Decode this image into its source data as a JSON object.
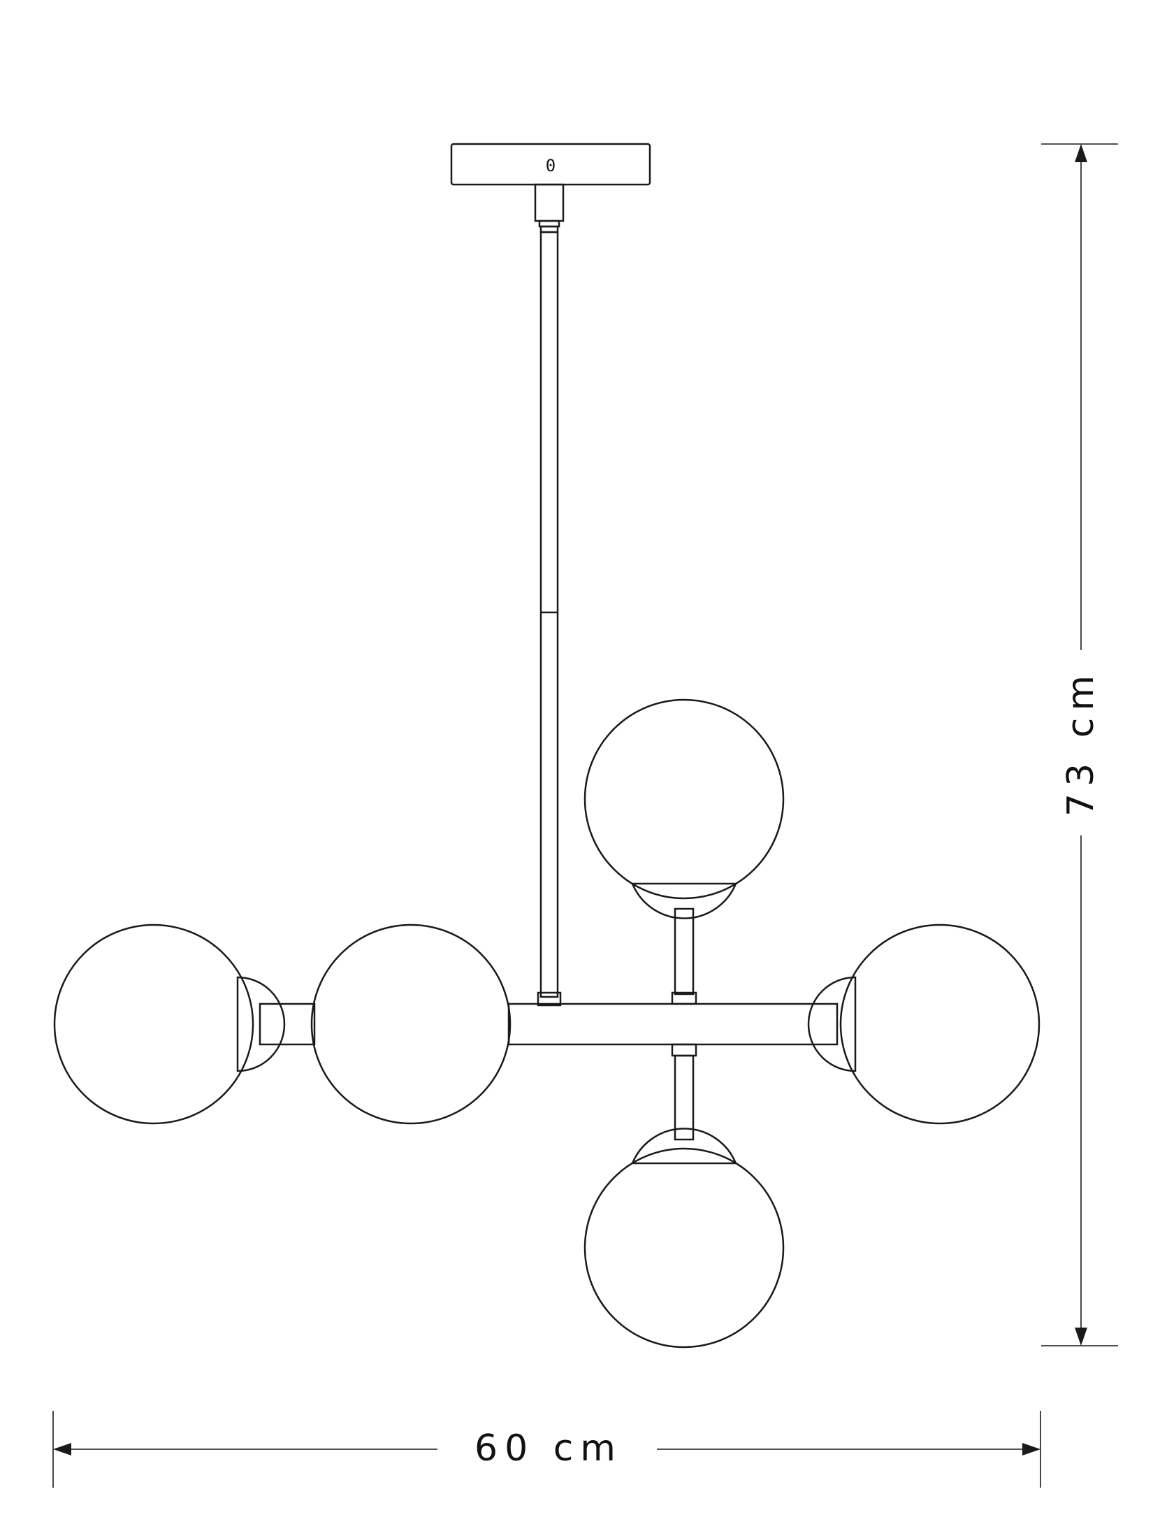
{
  "diagram": {
    "canopy_mark": "0",
    "height_label": "73 cm",
    "width_label": "60 cm"
  }
}
